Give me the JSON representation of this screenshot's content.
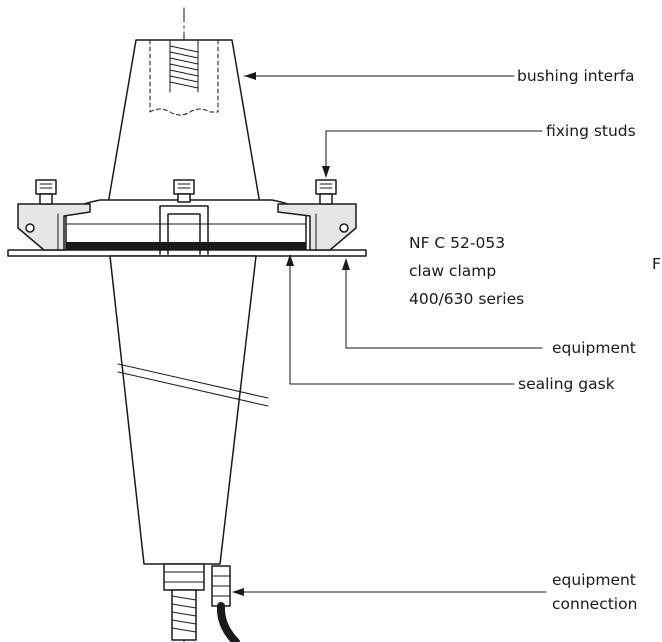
{
  "labels": {
    "bushing_interface": "bushing interfa",
    "fixing_studs": "fixing studs",
    "clamp_line1": "NF C 52-053",
    "clamp_line2": "claw clamp",
    "clamp_line3": "400/630 series",
    "side_letter": "F",
    "equipment": "equipment",
    "sealing_gasket": "sealing gask",
    "equipment_connection_line1": "equipment",
    "equipment_connection_line2": "connection"
  },
  "colors": {
    "ink": "#1a1a1a",
    "background": "#ffffff"
  }
}
